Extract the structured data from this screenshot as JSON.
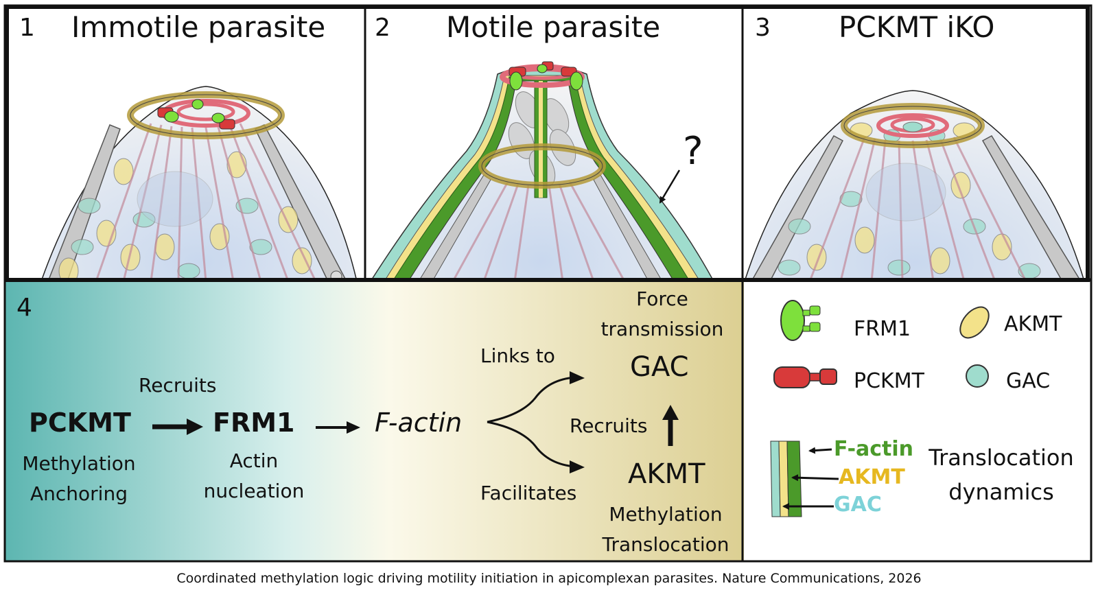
{
  "panels": {
    "p1": {
      "number": "1",
      "title": "Immotile parasite"
    },
    "p2": {
      "number": "2",
      "title": "Motile parasite",
      "question": "?"
    },
    "p3": {
      "number": "3",
      "title": "PCKMT iKO"
    }
  },
  "pathway": {
    "number": "4",
    "pckmt": {
      "name": "PCKMT",
      "line1": "Methylation",
      "line2": "Anchoring"
    },
    "recruits1": "Recruits",
    "frm1": {
      "name": "FRM1",
      "line1": "Actin",
      "line2": "nucleation"
    },
    "factin": "F-actin",
    "links_to": "Links to",
    "facilitates": "Facilitates",
    "force": {
      "line1": "Force",
      "line2": "transmission"
    },
    "gac": "GAC",
    "recruits2": "Recruits",
    "akmt": {
      "name": "AKMT",
      "line1": "Methylation",
      "line2": "Translocation"
    }
  },
  "legend": {
    "frm1": "FRM1",
    "akmt": "AKMT",
    "pckmt": "PCKMT",
    "gac": "GAC",
    "layers": {
      "factin": "F-actin",
      "akmt": "AKMT",
      "gac": "GAC"
    },
    "dynamics": {
      "line1": "Translocation",
      "line2": "dynamics"
    }
  },
  "caption": "Coordinated methylation logic driving motility initiation in apicomplexan parasites. Nature Communications, 2026",
  "colors": {
    "frm1": "#7ee03c",
    "pckmt": "#d83a3a",
    "akmt": "#f3e28a",
    "gac": "#9fdccd",
    "factin": "#4b9a2a",
    "akmt_text": "#e6b820",
    "gac_text": "#7dd2d8",
    "gradient_left": "#5db6b1",
    "gradient_right": "#dccf92"
  }
}
